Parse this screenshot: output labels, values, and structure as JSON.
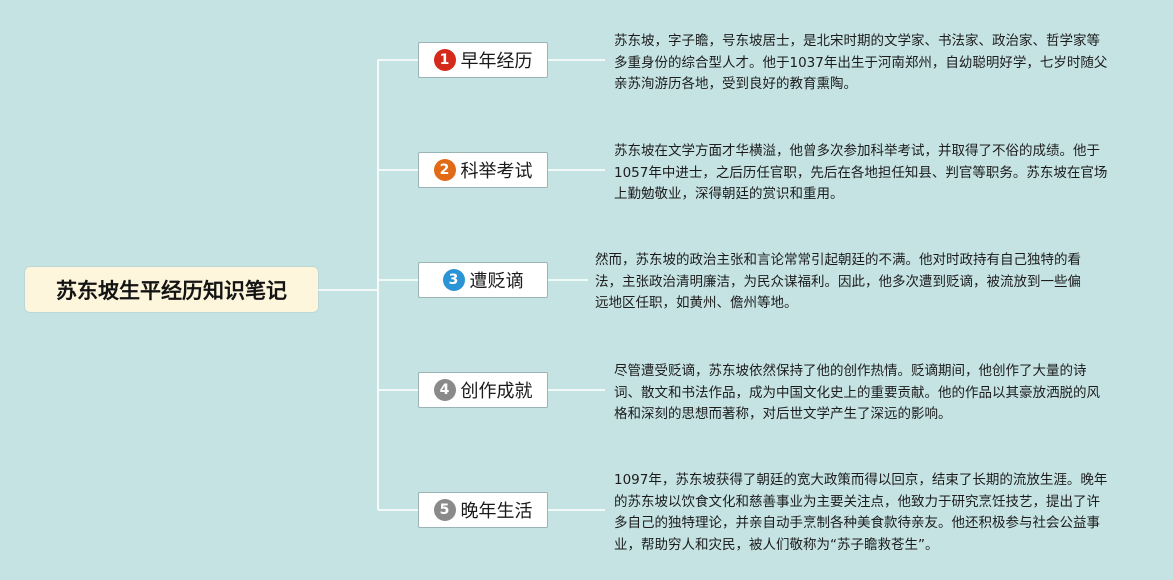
{
  "title": "苏东坡生平经历知识笔记",
  "colors": {
    "background": "#c6e3e4",
    "root_fill": "#fdf6dc",
    "connector": "#ffffff",
    "branch_border": "#9cb3b6"
  },
  "branches": [
    {
      "number": "1",
      "label": "早年经历",
      "badge_color": "#d42a1c",
      "note": "苏东坡，字子瞻，号东坡居士，是北宋时期的文学家、书法家、政治家、哲学家等多重身份的综合型人才。他于1037年出生于河南郑州，自幼聪明好学，七岁时随父亲苏洵游历各地，受到良好的教育熏陶。"
    },
    {
      "number": "2",
      "label": "科举考试",
      "badge_color": "#e06a16",
      "note": "苏东坡在文学方面才华横溢，他曾多次参加科举考试，并取得了不俗的成绩。他于1057年中进士，之后历任官职，先后在各地担任知县、判官等职务。苏东坡在官场上勤勉敬业，深得朝廷的赏识和重用。"
    },
    {
      "number": "3",
      "label": "遭贬谪",
      "badge_color": "#2a94d6",
      "note": "然而，苏东坡的政治主张和言论常常引起朝廷的不满。他对时政持有自己独特的看法，主张政治清明廉洁，为民众谋福利。因此，他多次遭到贬谪，被流放到一些偏远地区任职，如黄州、儋州等地。"
    },
    {
      "number": "4",
      "label": "创作成就",
      "badge_color": "#8a8a8a",
      "note": "尽管遭受贬谪，苏东坡依然保持了他的创作热情。贬谪期间，他创作了大量的诗词、散文和书法作品，成为中国文化史上的重要贡献。他的作品以其豪放洒脱的风格和深刻的思想而著称，对后世文学产生了深远的影响。"
    },
    {
      "number": "5",
      "label": "晚年生活",
      "badge_color": "#8a8a8a",
      "note": "1097年，苏东坡获得了朝廷的宽大政策而得以回京，结束了长期的流放生涯。晚年的苏东坡以饮食文化和慈善事业为主要关注点，他致力于研究烹饪技艺，提出了许多自己的独特理论，并亲自动手烹制各种美食款待亲友。他还积极参与社会公益事业，帮助穷人和灾民，被人们敬称为“苏子瞻救苍生”。"
    }
  ]
}
